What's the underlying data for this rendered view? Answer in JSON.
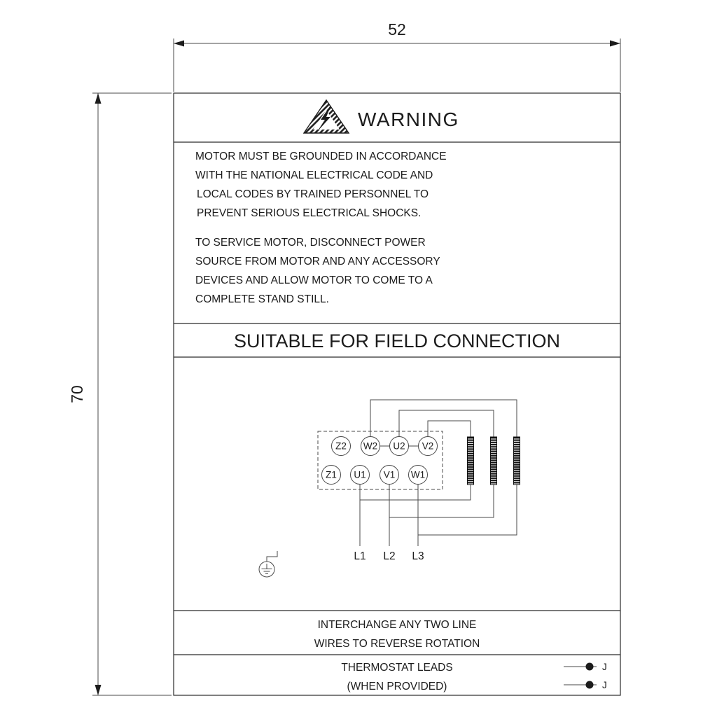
{
  "drawing": {
    "dimension_width": "52",
    "dimension_height": "70"
  },
  "warning": {
    "title": "WARNING",
    "icon": "electric-hazard-triangle"
  },
  "grounding_paragraph": [
    "MOTOR MUST BE GROUNDED IN ACCORDANCE",
    "WITH THE NATIONAL ELECTRICAL CODE AND",
    "LOCAL CODES BY TRAINED PERSONNEL TO",
    "PREVENT SERIOUS ELECTRICAL SHOCKS."
  ],
  "service_paragraph": [
    "TO SERVICE MOTOR, DISCONNECT POWER",
    "SOURCE FROM MOTOR AND ANY ACCESSORY",
    "DEVICES AND ALLOW MOTOR TO COME TO A",
    "COMPLETE STAND STILL."
  ],
  "section_title": "SUITABLE FOR FIELD CONNECTION",
  "terminals": {
    "top_row": [
      "Z2",
      "W2",
      "U2",
      "V2"
    ],
    "bottom_row": [
      "Z1",
      "U1",
      "V1",
      "W1"
    ]
  },
  "line_labels": [
    "L1",
    "L2",
    "L3"
  ],
  "rotation_note": [
    "INTERCHANGE ANY TWO LINE",
    "WIRES TO REVERSE ROTATION"
  ],
  "thermostat_note": [
    "THERMOSTAT LEADS",
    "(WHEN PROVIDED)"
  ],
  "lead_label": "J",
  "colors": {
    "line": "#2a2a2a",
    "text": "#1c1c1c",
    "background": "#ffffff"
  }
}
